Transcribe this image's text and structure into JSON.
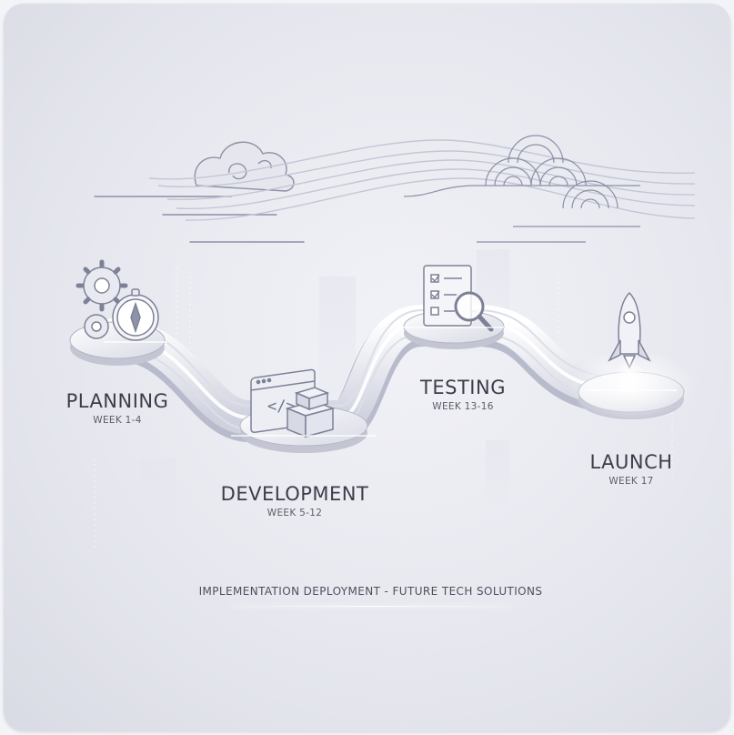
{
  "stages": [
    {
      "title": "PLANNING",
      "week": "WEEK 1-4",
      "icon": "gears-compass-icon"
    },
    {
      "title": "DEVELOPMENT",
      "week": "WEEK 5-12",
      "icon": "code-window-blocks-icon"
    },
    {
      "title": "TESTING",
      "week": "WEEK 13-16",
      "icon": "checklist-magnifier-icon"
    },
    {
      "title": "LAUNCH",
      "week": "WEEK 17",
      "icon": "rocket-icon"
    }
  ],
  "footer": "IMPLEMENTATION DEPLOYMENT - FUTURE TECH SOLUTIONS",
  "colors": {
    "text": "#3b3e4a",
    "path": "#c9cbd8",
    "glow": "#ffffff",
    "accent": "#8c90a6"
  }
}
